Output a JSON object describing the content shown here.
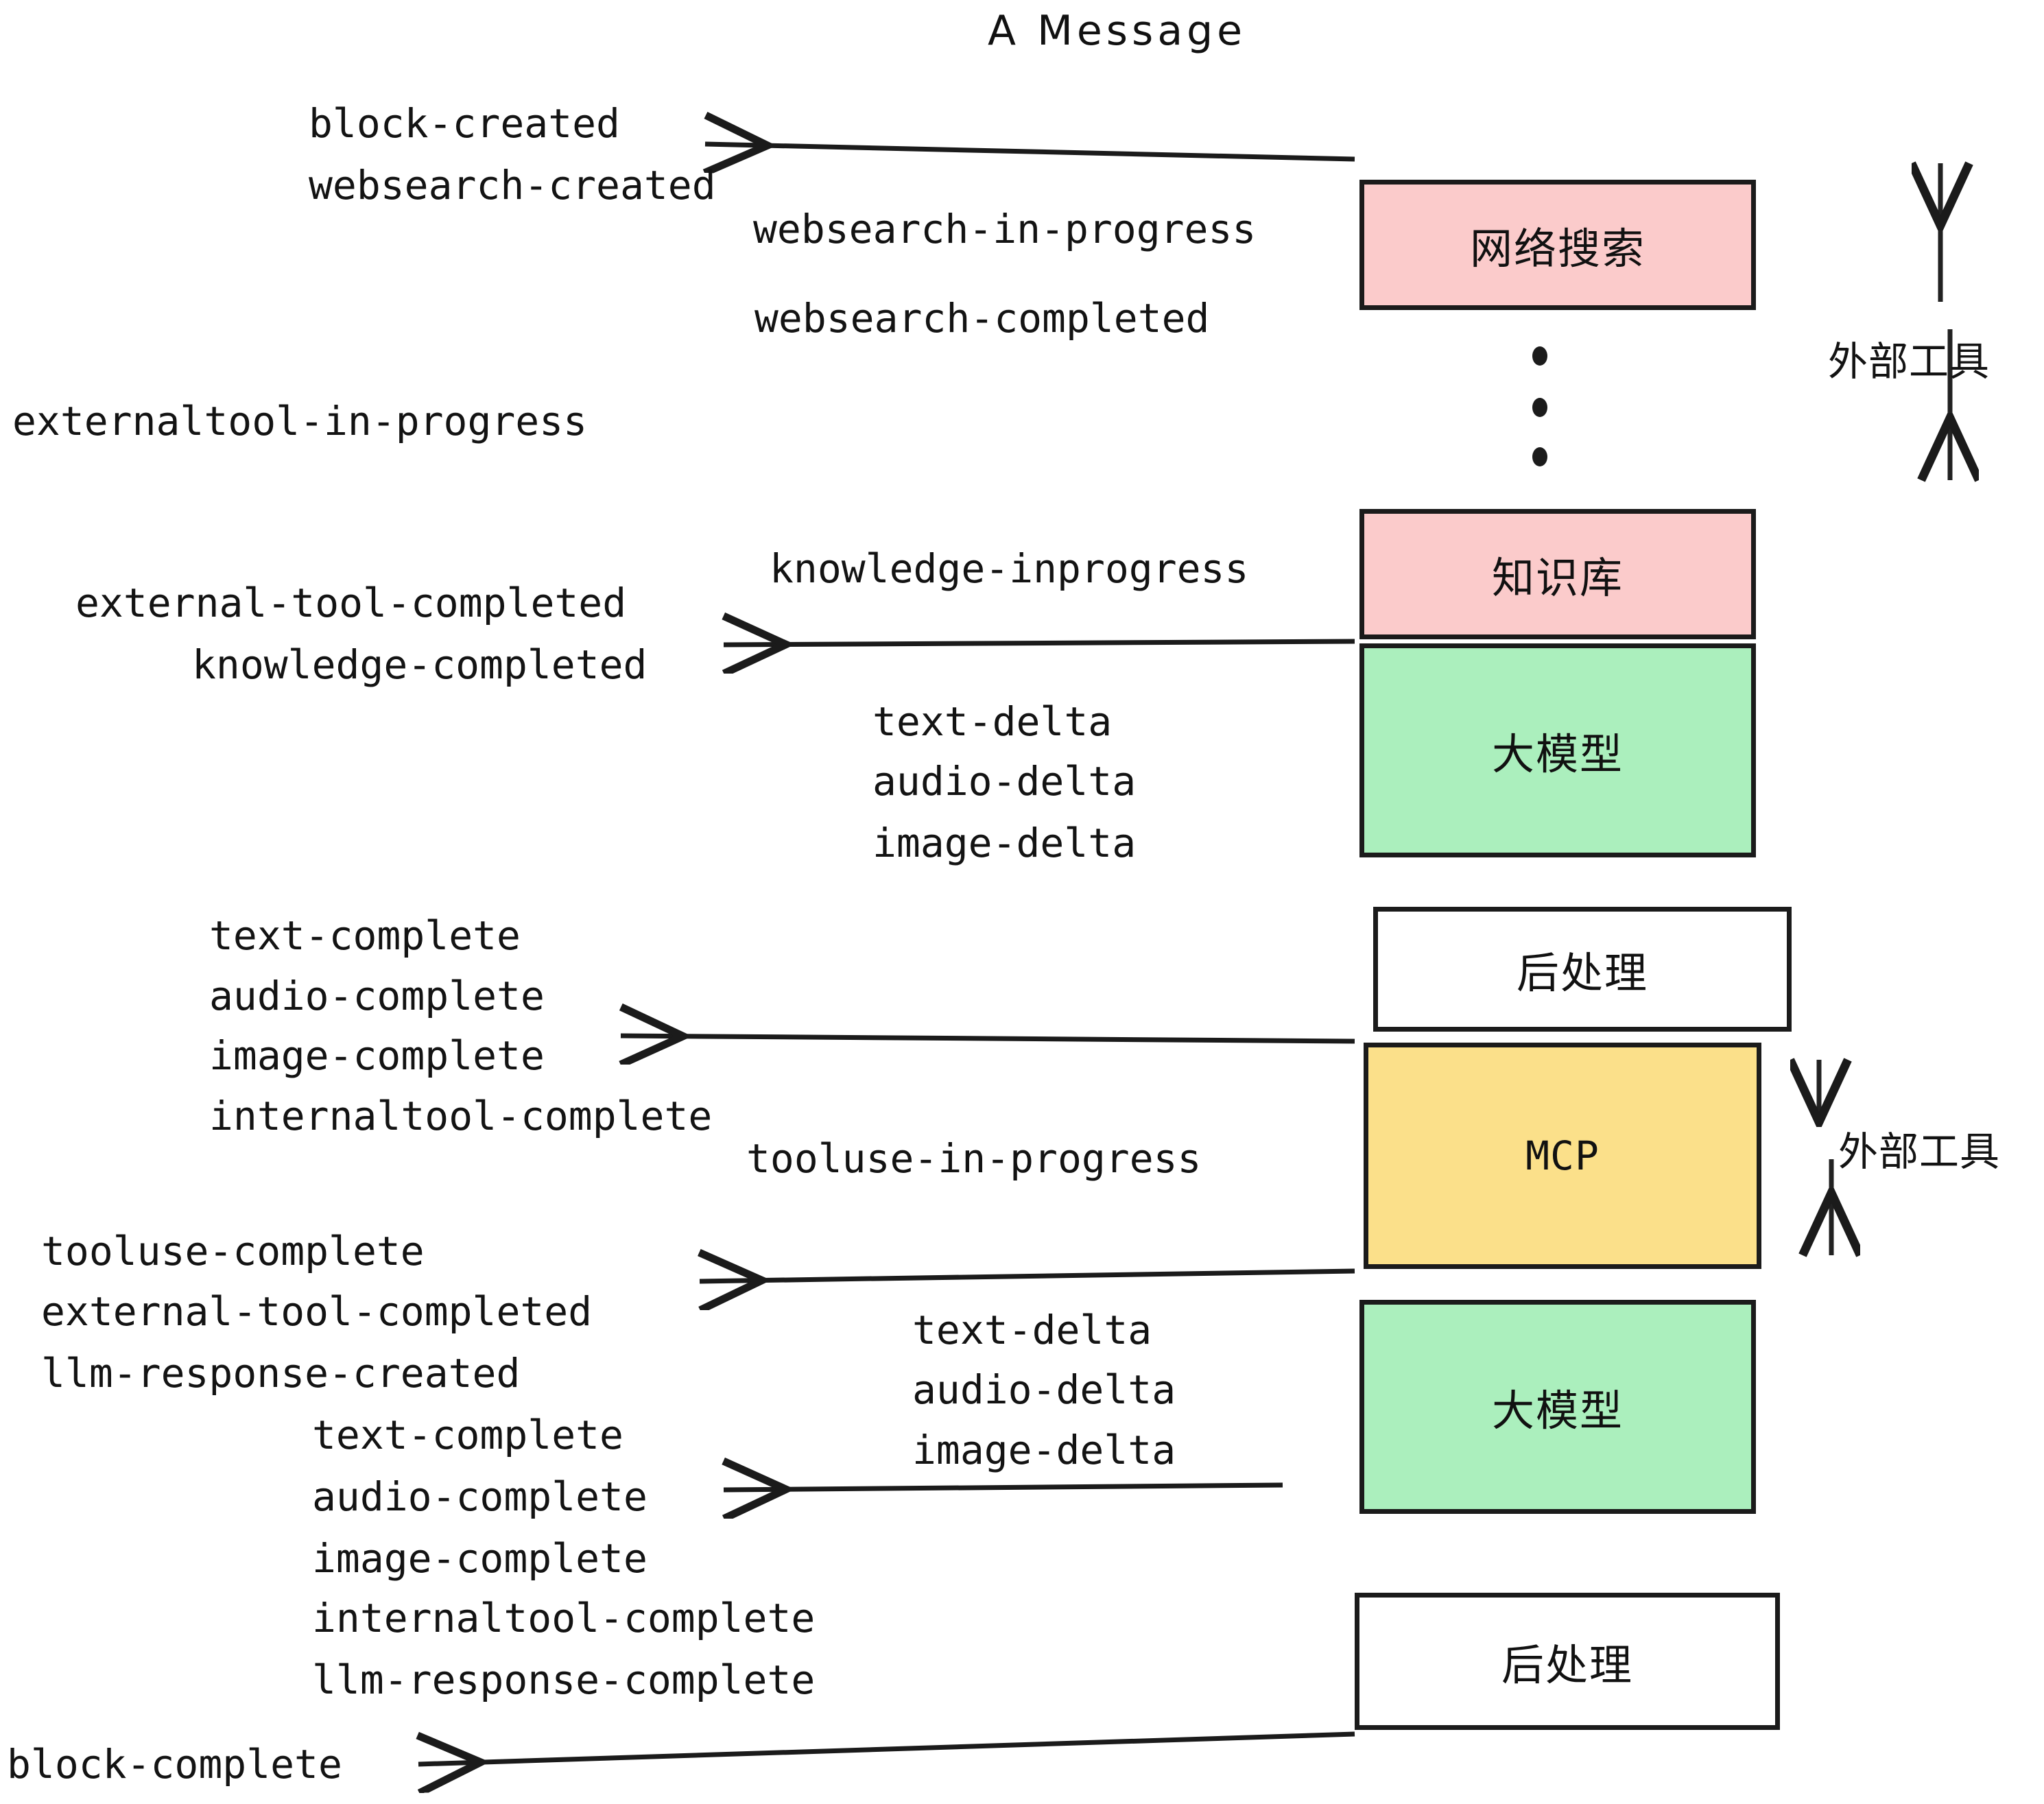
{
  "title": "A Message",
  "events": {
    "block_created": "block-created",
    "websearch_created": "websearch-created",
    "websearch_in_progress": "websearch-in-progress",
    "websearch_completed": "websearch-completed",
    "externaltool_in_progress": "externaltool-in-progress",
    "knowledge_inprogress": "knowledge-inprogress",
    "external_tool_completed_1": "external-tool-completed",
    "knowledge_completed": "knowledge-completed",
    "text_delta_1": "text-delta",
    "audio_delta_1": "audio-delta",
    "image_delta_1": "image-delta",
    "text_complete_1": "text-complete",
    "audio_complete_1": "audio-complete",
    "image_complete_1": "image-complete",
    "internaltool_complete_1": "internaltool-complete",
    "tooluse_in_progress": "tooluse-in-progress",
    "tooluse_complete": "tooluse-complete",
    "external_tool_completed_2": "external-tool-completed",
    "llm_response_created": "llm-response-created",
    "text_delta_2": "text-delta",
    "audio_delta_2": "audio-delta",
    "image_delta_2": "image-delta",
    "text_complete_2": "text-complete",
    "audio_complete_2": "audio-complete",
    "image_complete_2": "image-complete",
    "internaltool_complete_2": "internaltool-complete",
    "llm_response_complete": "llm-response-complete",
    "block_complete": "block-complete"
  },
  "nodes": {
    "websearch": "网络搜索",
    "knowledge": "知识库",
    "llm_1": "大模型",
    "postprocess_1": "后处理",
    "mcp": "MCP",
    "llm_2": "大模型",
    "postprocess_2": "后处理"
  },
  "annotations": {
    "external_tools_top": "外部工具",
    "external_tools_bottom": "外部工具"
  },
  "colors": {
    "pink": "#FBCBCB",
    "green": "#ABEFBD",
    "yellow": "#FBE08A",
    "white": "#FFFFFF",
    "stroke": "#1B1B1B",
    "text": "#131313"
  }
}
